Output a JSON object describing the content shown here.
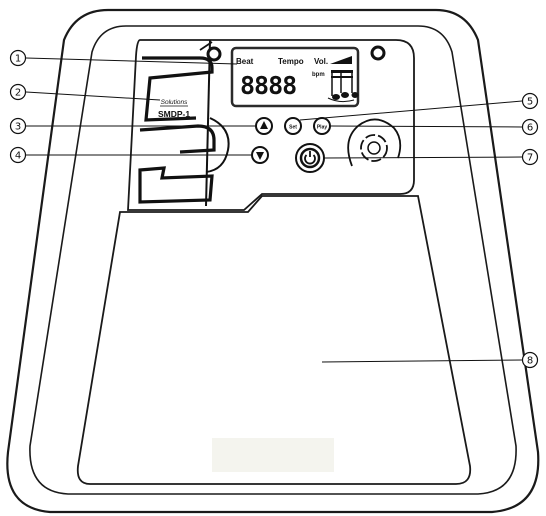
{
  "device": {
    "brand_logo_text": "Solutions",
    "model": "SMDP-1",
    "lcd": {
      "label_beat": "Beat",
      "label_tempo": "Tempo",
      "label_vol": "Vol.",
      "digits": "8888",
      "unit": "bpm",
      "note_icon": "music-notes-icon"
    },
    "buttons": {
      "up": {
        "icon": "triangle-up-icon"
      },
      "down": {
        "icon": "triangle-down-icon"
      },
      "set": {
        "label": "Set"
      },
      "play": {
        "label": "Play"
      },
      "power": {
        "icon": "power-icon"
      }
    }
  },
  "callouts": [
    {
      "id": 1,
      "label": "1"
    },
    {
      "id": 2,
      "label": "2"
    },
    {
      "id": 3,
      "label": "3"
    },
    {
      "id": 4,
      "label": "4"
    },
    {
      "id": 5,
      "label": "5"
    },
    {
      "id": 6,
      "label": "6"
    },
    {
      "id": 7,
      "label": "7"
    },
    {
      "id": 8,
      "label": "8"
    }
  ],
  "colors": {
    "outline": "#1a1a1a",
    "lcd_frame": "#2b2b2b",
    "pad_fill": "#ffffff",
    "leader": "#111111"
  }
}
